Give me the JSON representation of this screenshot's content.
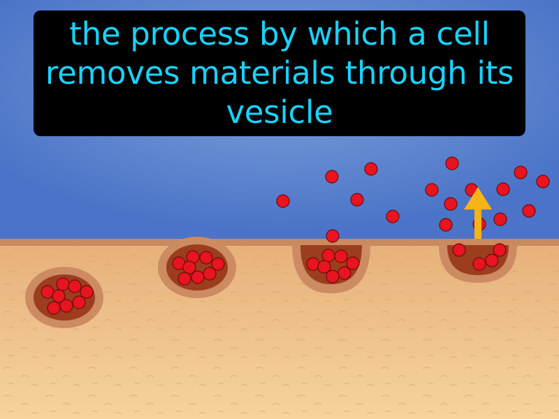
{
  "caption": {
    "text": "the process by which a cell removes materials through its vesicle"
  },
  "colors": {
    "background_top": "#4b74c8",
    "background_glow": "#7a9fd8",
    "membrane": "#c98a5f",
    "cytoplasm": "#f1c98d",
    "vesicle_fill": "#9c3d1e",
    "vesicle_rim": "#cc8b62",
    "particle": "#e8141f",
    "arrow": "#f7b418",
    "caption_text": "#19d3ff",
    "caption_box": "#000000"
  },
  "diagram": {
    "stages": [
      "vesicle-inside-cell",
      "vesicle-approaching-membrane",
      "vesicle-fusing-with-membrane",
      "vesicle-releasing-contents"
    ],
    "arrow_direction": "up",
    "icons": [
      "particle-icon",
      "arrow-up-icon"
    ]
  }
}
